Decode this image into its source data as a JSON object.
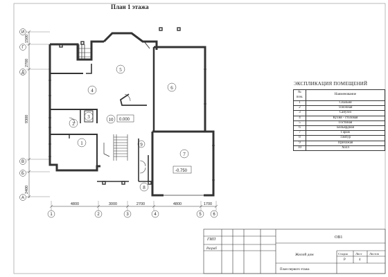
{
  "title": "План 1 этажа",
  "explication": {
    "title": "ЭКСПЛИКАЦИЯ ПОМЕЩЕНИЙ",
    "header_number": "№ пом.",
    "header_name": "Наименование",
    "rows": [
      {
        "n": "1",
        "name": "Спальня"
      },
      {
        "n": "2",
        "name": "Топочная"
      },
      {
        "n": "3",
        "name": "Санузел"
      },
      {
        "n": "4",
        "name": "Кухня - столовая"
      },
      {
        "n": "5",
        "name": "Гостиная"
      },
      {
        "n": "6",
        "name": "Бильярдная"
      },
      {
        "n": "7",
        "name": "Гараж"
      },
      {
        "n": "8",
        "name": "Тамбур"
      },
      {
        "n": "9",
        "name": "Прихожая"
      },
      {
        "n": "10",
        "name": "Холл"
      }
    ]
  },
  "plan": {
    "rooms": [
      "1",
      "2",
      "3",
      "4",
      "5",
      "6",
      "7",
      "8",
      "9",
      "10"
    ],
    "levels": [
      "0.000",
      "-0.750"
    ],
    "axes_bottom": [
      "1",
      "2",
      "3",
      "4",
      "5",
      "6"
    ],
    "axes_left": [
      "И",
      "Г",
      "Д",
      "В",
      "Б",
      "А"
    ],
    "dims_bottom": [
      "4800",
      "3000",
      "2700",
      "4800",
      "1700"
    ],
    "dims_left": [
      "1500",
      "2700",
      "9300",
      "2400"
    ]
  },
  "stamp": {
    "code": "ОВ1",
    "left_top": "ГИП",
    "left_bottom": "Разраб",
    "object": "Жилой дом",
    "sheet_name": "План первого этажа",
    "stage_label": "Стадия",
    "sheet_label": "Лист",
    "sheets_label": "Листов",
    "stage": "Р",
    "sheet": "4"
  }
}
